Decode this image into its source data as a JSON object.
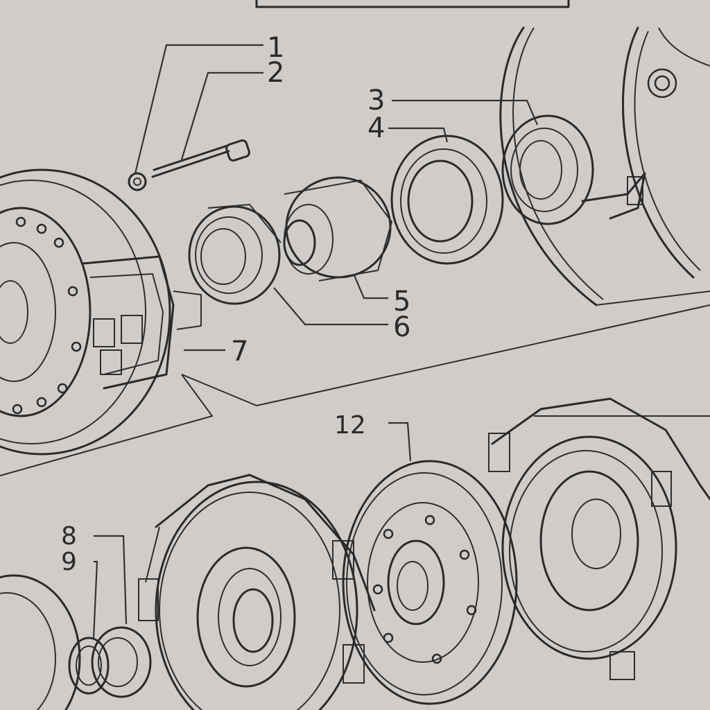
{
  "callouts": {
    "c1": "1",
    "c2": "2",
    "c3": "3",
    "c4": "4",
    "c5": "5",
    "c6": "6",
    "c7": "7",
    "c8": "8",
    "c9": "9",
    "c12": "12"
  }
}
